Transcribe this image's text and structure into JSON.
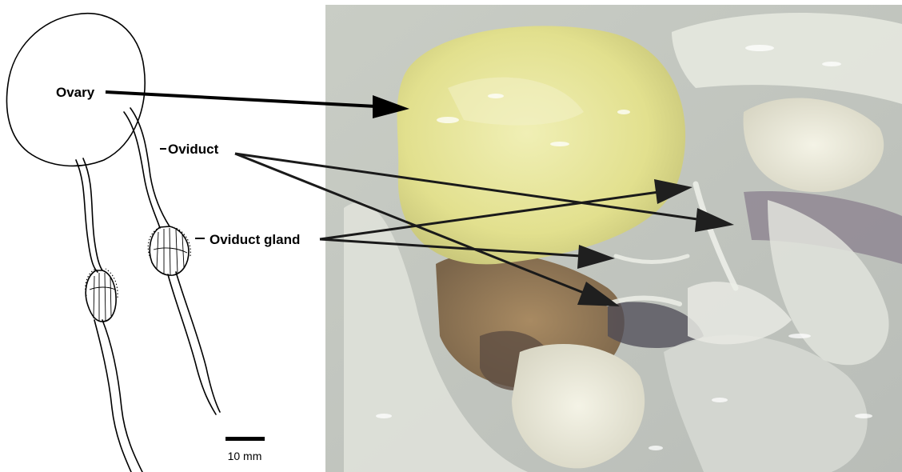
{
  "labels": {
    "ovary": "Ovary",
    "oviduct": "Oviduct",
    "oviduct_gland": "Oviduct gland"
  },
  "scale_bar": {
    "label": "10 mm"
  },
  "colors": {
    "arrow": "#000000",
    "arrow_on_photo": "#2a2a2a",
    "tissue_pale": "#d9dcd2",
    "ovary_yellow": "#e6e59a",
    "background": "#ffffff"
  }
}
